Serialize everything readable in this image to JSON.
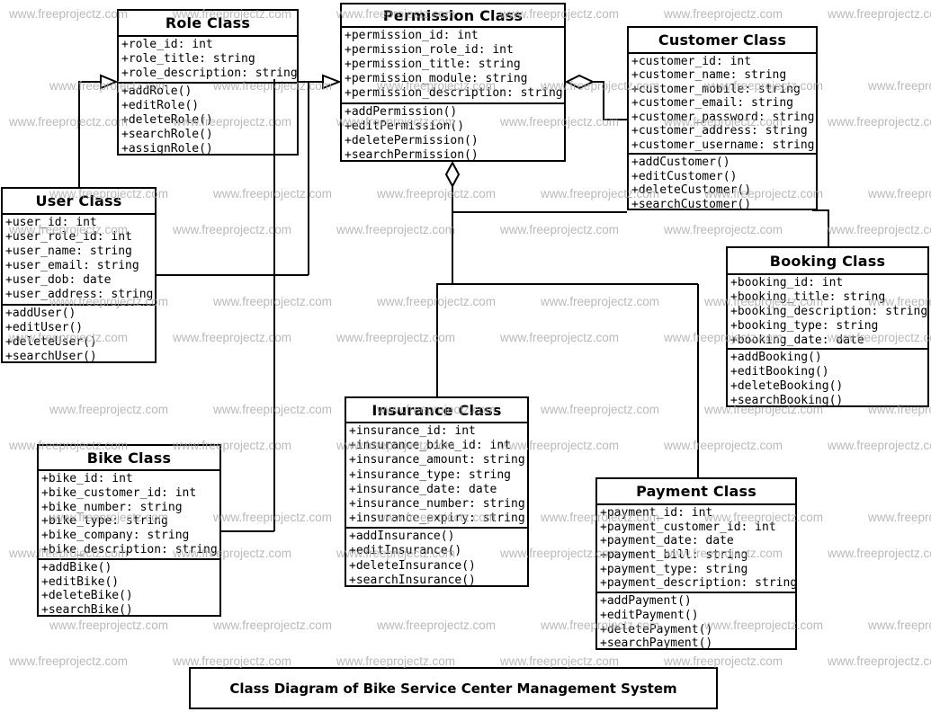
{
  "diagram": {
    "title": "Class Diagram of Bike Service Center Management System",
    "watermark_text": "www.freeprojectz.com",
    "colors": {
      "line": "#000000",
      "box_background": "#ffffff",
      "watermark": "#a9a9a9"
    }
  },
  "classes": [
    {
      "id": "role",
      "name": "Role Class",
      "attributes": [
        "+role_id: int",
        "+role_title: string",
        "+role_description: string"
      ],
      "methods": [
        "+addRole()",
        "+editRole()",
        "+deleteRole()",
        "+searchRole()",
        "+assignRole()"
      ]
    },
    {
      "id": "permission",
      "name": "Permission Class",
      "attributes": [
        "+permission_id: int",
        "+permission_role_id: int",
        "+permission_title: string",
        "+permission_module: string",
        "+permission_description: string"
      ],
      "methods": [
        "+addPermission()",
        "+editPermission()",
        "+deletePermission()",
        "+searchPermission()"
      ]
    },
    {
      "id": "customer",
      "name": "Customer Class",
      "attributes": [
        "+customer_id: int",
        "+customer_name: string",
        "+customer_mobile: string",
        "+customer_email: string",
        "+customer_password: string",
        "+customer_address: string",
        "+customer_username: string"
      ],
      "methods": [
        "+addCustomer()",
        "+editCustomer()",
        "+deleteCustomer()",
        "+searchCustomer()"
      ]
    },
    {
      "id": "user",
      "name": "User Class",
      "attributes": [
        "+user_id: int",
        "+user_role_id: int",
        "+user_name: string",
        "+user_email: string",
        "+user_dob: date",
        "+user_address: string"
      ],
      "methods": [
        "+addUser()",
        "+editUser()",
        "+deleteUser()",
        "+searchUser()"
      ]
    },
    {
      "id": "booking",
      "name": "Booking Class",
      "attributes": [
        "+booking_id: int",
        "+booking_title: string",
        "+booking_description: string",
        "+booking_type: string",
        "+booking_date: date"
      ],
      "methods": [
        "+addBooking()",
        "+editBooking()",
        "+deleteBooking()",
        "+searchBooking()"
      ]
    },
    {
      "id": "bike",
      "name": "Bike Class",
      "attributes": [
        "+bike_id: int",
        "+bike_customer_id: int",
        "+bike_number: string",
        "+bike_type: string",
        "+bike_company: string",
        "+bike_description: string"
      ],
      "methods": [
        "+addBike()",
        "+editBike()",
        "+deleteBike()",
        "+searchBike()"
      ]
    },
    {
      "id": "insurance",
      "name": "Insurance Class",
      "attributes": [
        "+insurance_id: int",
        "+insurance_bike_id: int",
        "+insurance_amount: string",
        "+insurance_type: string",
        "+insurance_date: date",
        "+insurance_number: string",
        "+insurance_expiry: string"
      ],
      "methods": [
        "+addInsurance()",
        "+editInsurance()",
        "+deleteInsurance()",
        "+searchInsurance()"
      ]
    },
    {
      "id": "payment",
      "name": "Payment Class",
      "attributes": [
        "+payment_id: int",
        "+payment_customer_id: int",
        "+payment_date: date",
        "+payment_bill: string",
        "+payment_type: string",
        "+payment_description: string"
      ],
      "methods": [
        "+addPayment()",
        "+editPayment()",
        "+deletePayment()",
        "+searchPayment()"
      ]
    }
  ],
  "relationships": [
    {
      "type": "generalization",
      "from": "User Class",
      "to": "Role Class"
    },
    {
      "type": "generalization",
      "from": "Role Class",
      "to": "Permission Class"
    },
    {
      "type": "aggregation",
      "owner": "Permission Class",
      "to": "Customer Class"
    },
    {
      "type": "aggregation",
      "owner": "Permission Class",
      "to": "Insurance Class"
    },
    {
      "type": "aggregation",
      "owner": "Permission Class",
      "to": "Payment Class"
    },
    {
      "type": "association",
      "from": "User Class",
      "to": "Permission Class"
    },
    {
      "type": "association",
      "from": "Bike Class",
      "to": "Role Class"
    },
    {
      "type": "association",
      "from": "Customer Class",
      "to": "Booking Class"
    }
  ]
}
